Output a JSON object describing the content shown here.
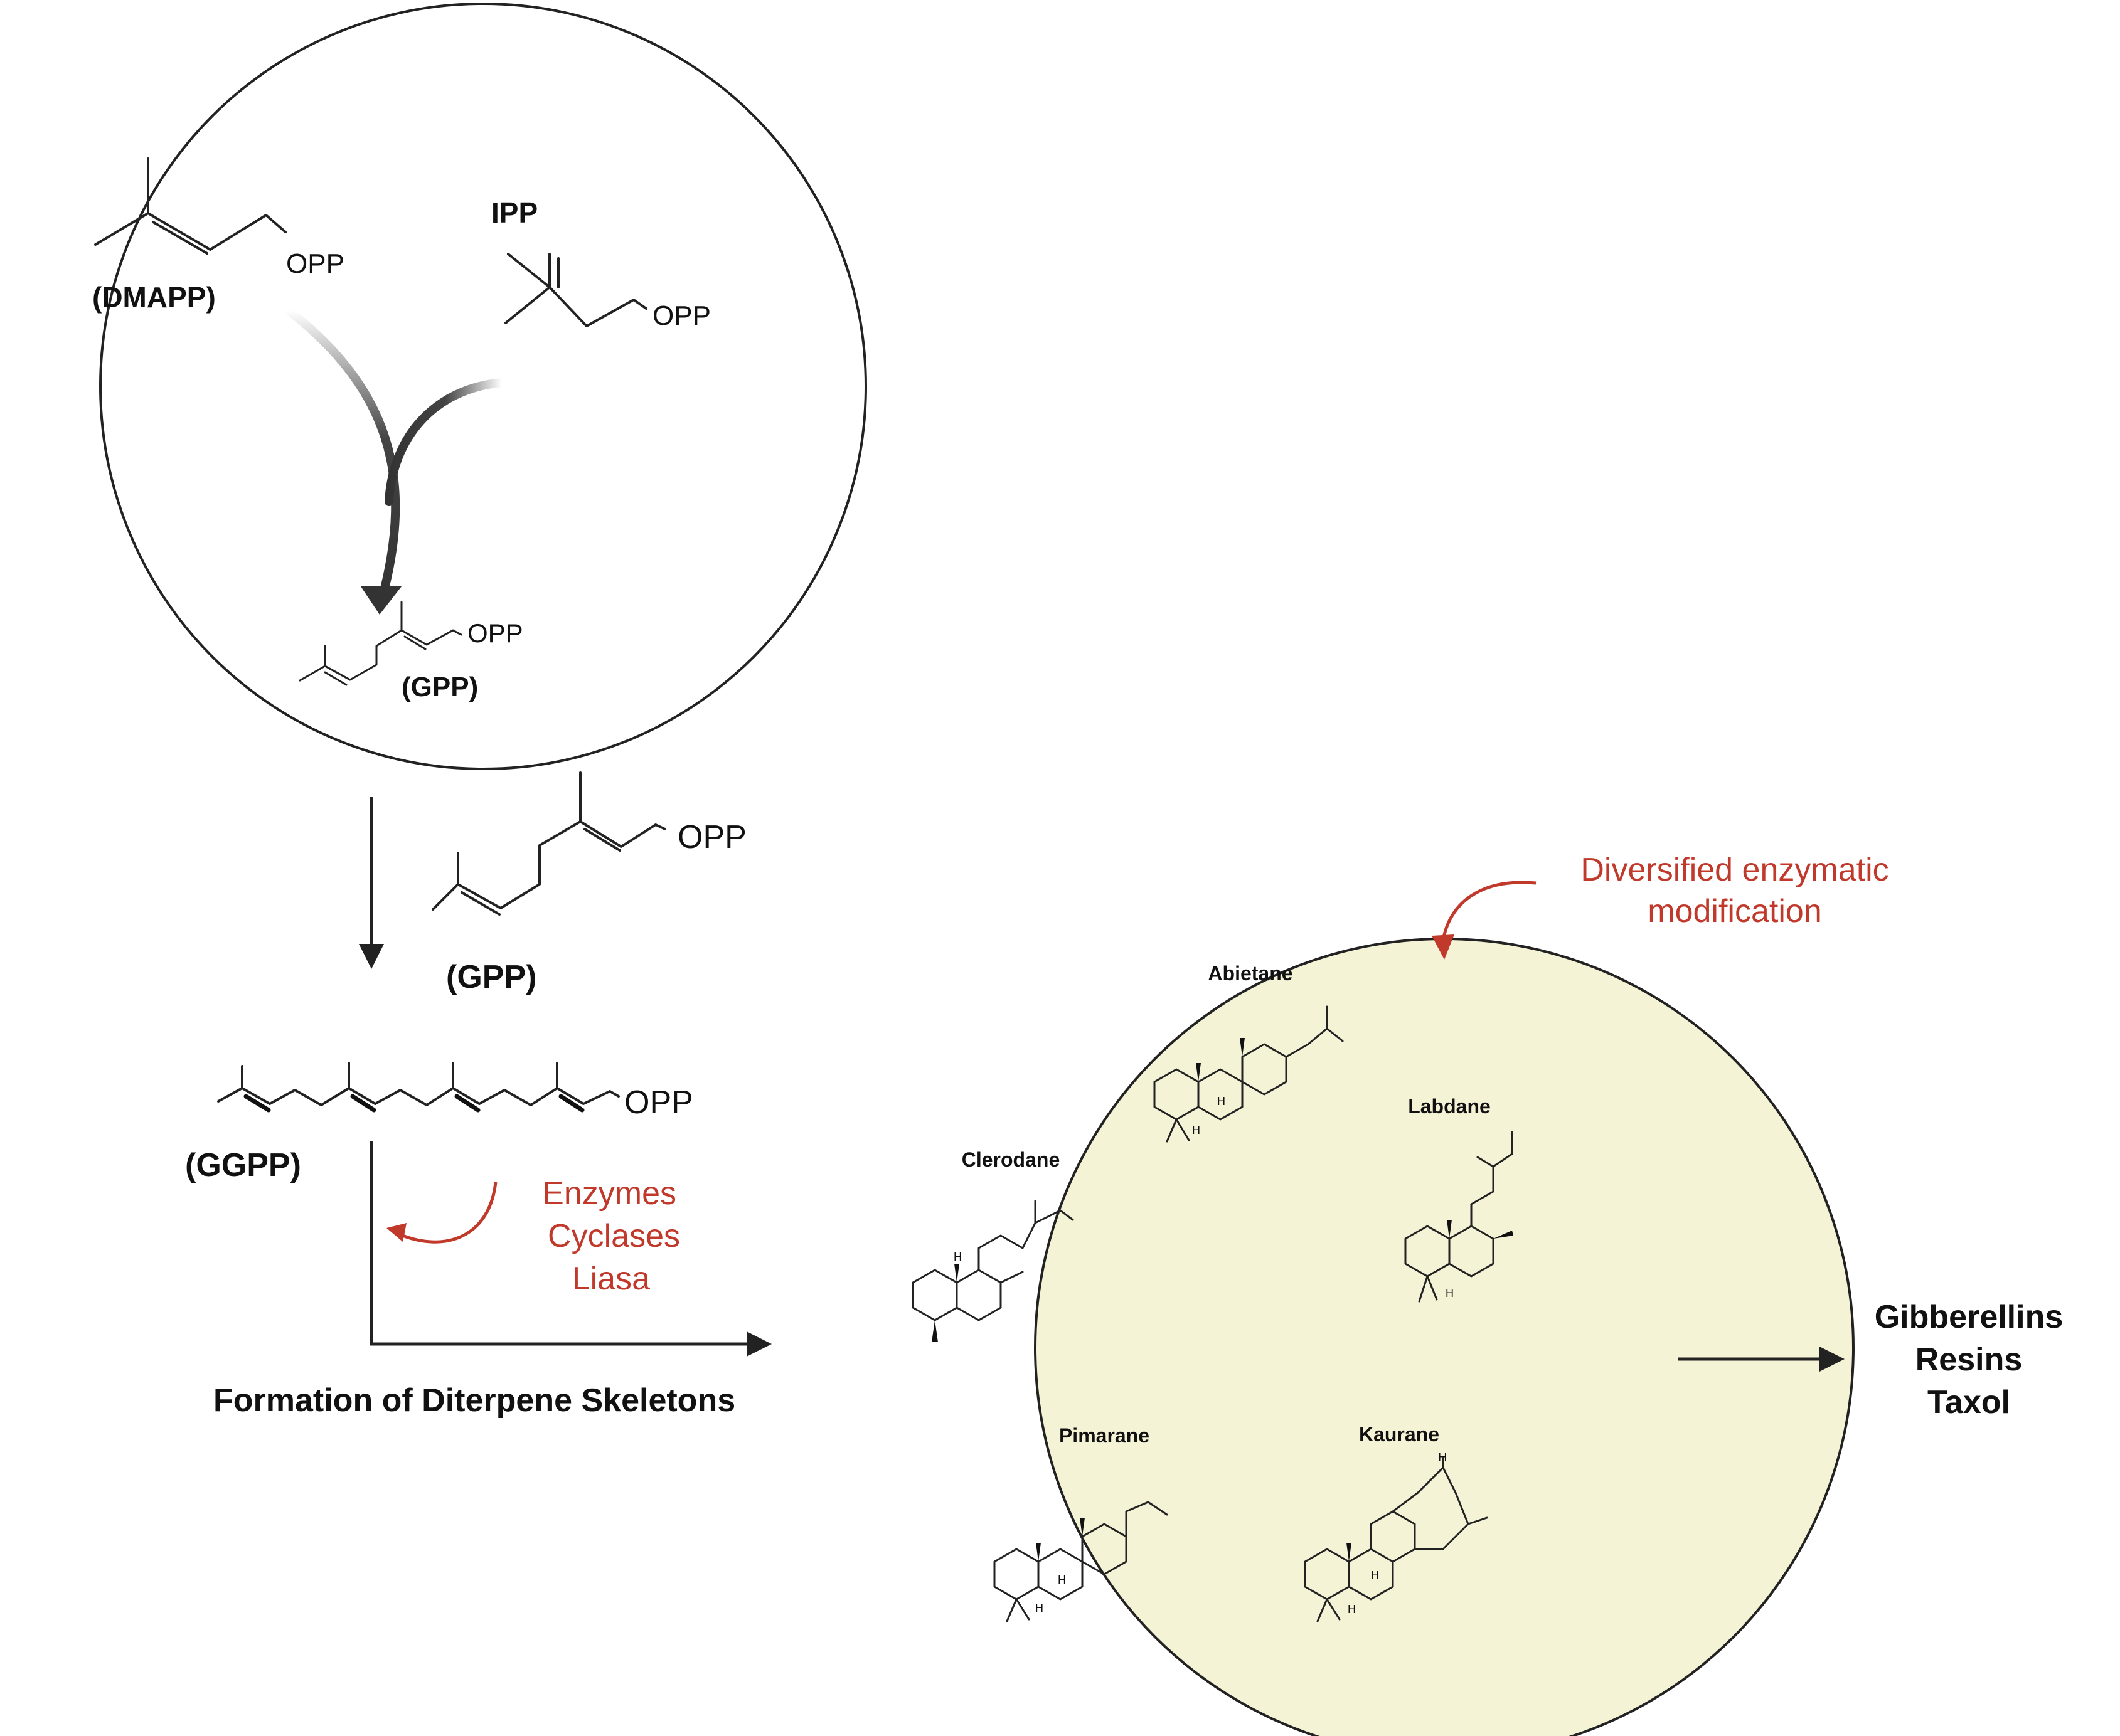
{
  "colors": {
    "annotation_red": "#c0392b",
    "circle_fill": "#f5f3d6",
    "line": "#222222"
  },
  "precursor_circle": {
    "dmapp_label": "(DMAPP)",
    "dmapp_group": "OPP",
    "ipp_label": "IPP",
    "ipp_group": "OPP",
    "gpp_label": "(GPP)",
    "gpp_group": "OPP"
  },
  "chain": {
    "gpp_label": "(GPP)",
    "gpp_group": "OPP",
    "ggpp_label": "(GGPP)",
    "ggpp_group": "OPP"
  },
  "enzymes": {
    "line1": "Enzymes",
    "line2": "Cyclases",
    "line3": "Liasa"
  },
  "formation_label": "Formation of Diterpene Skeletons",
  "modification": {
    "line1": "Diversified enzymatic",
    "line2": "modification"
  },
  "skeletons": {
    "abietane": "Abietane",
    "labdane": "Labdane",
    "clerodane": "Clerodane",
    "pimarane": "Pimarane",
    "kaurane": "Kaurane",
    "h": "H"
  },
  "products": {
    "line1": "Gibberellins",
    "line2": "Resins",
    "line3": "Taxol"
  }
}
